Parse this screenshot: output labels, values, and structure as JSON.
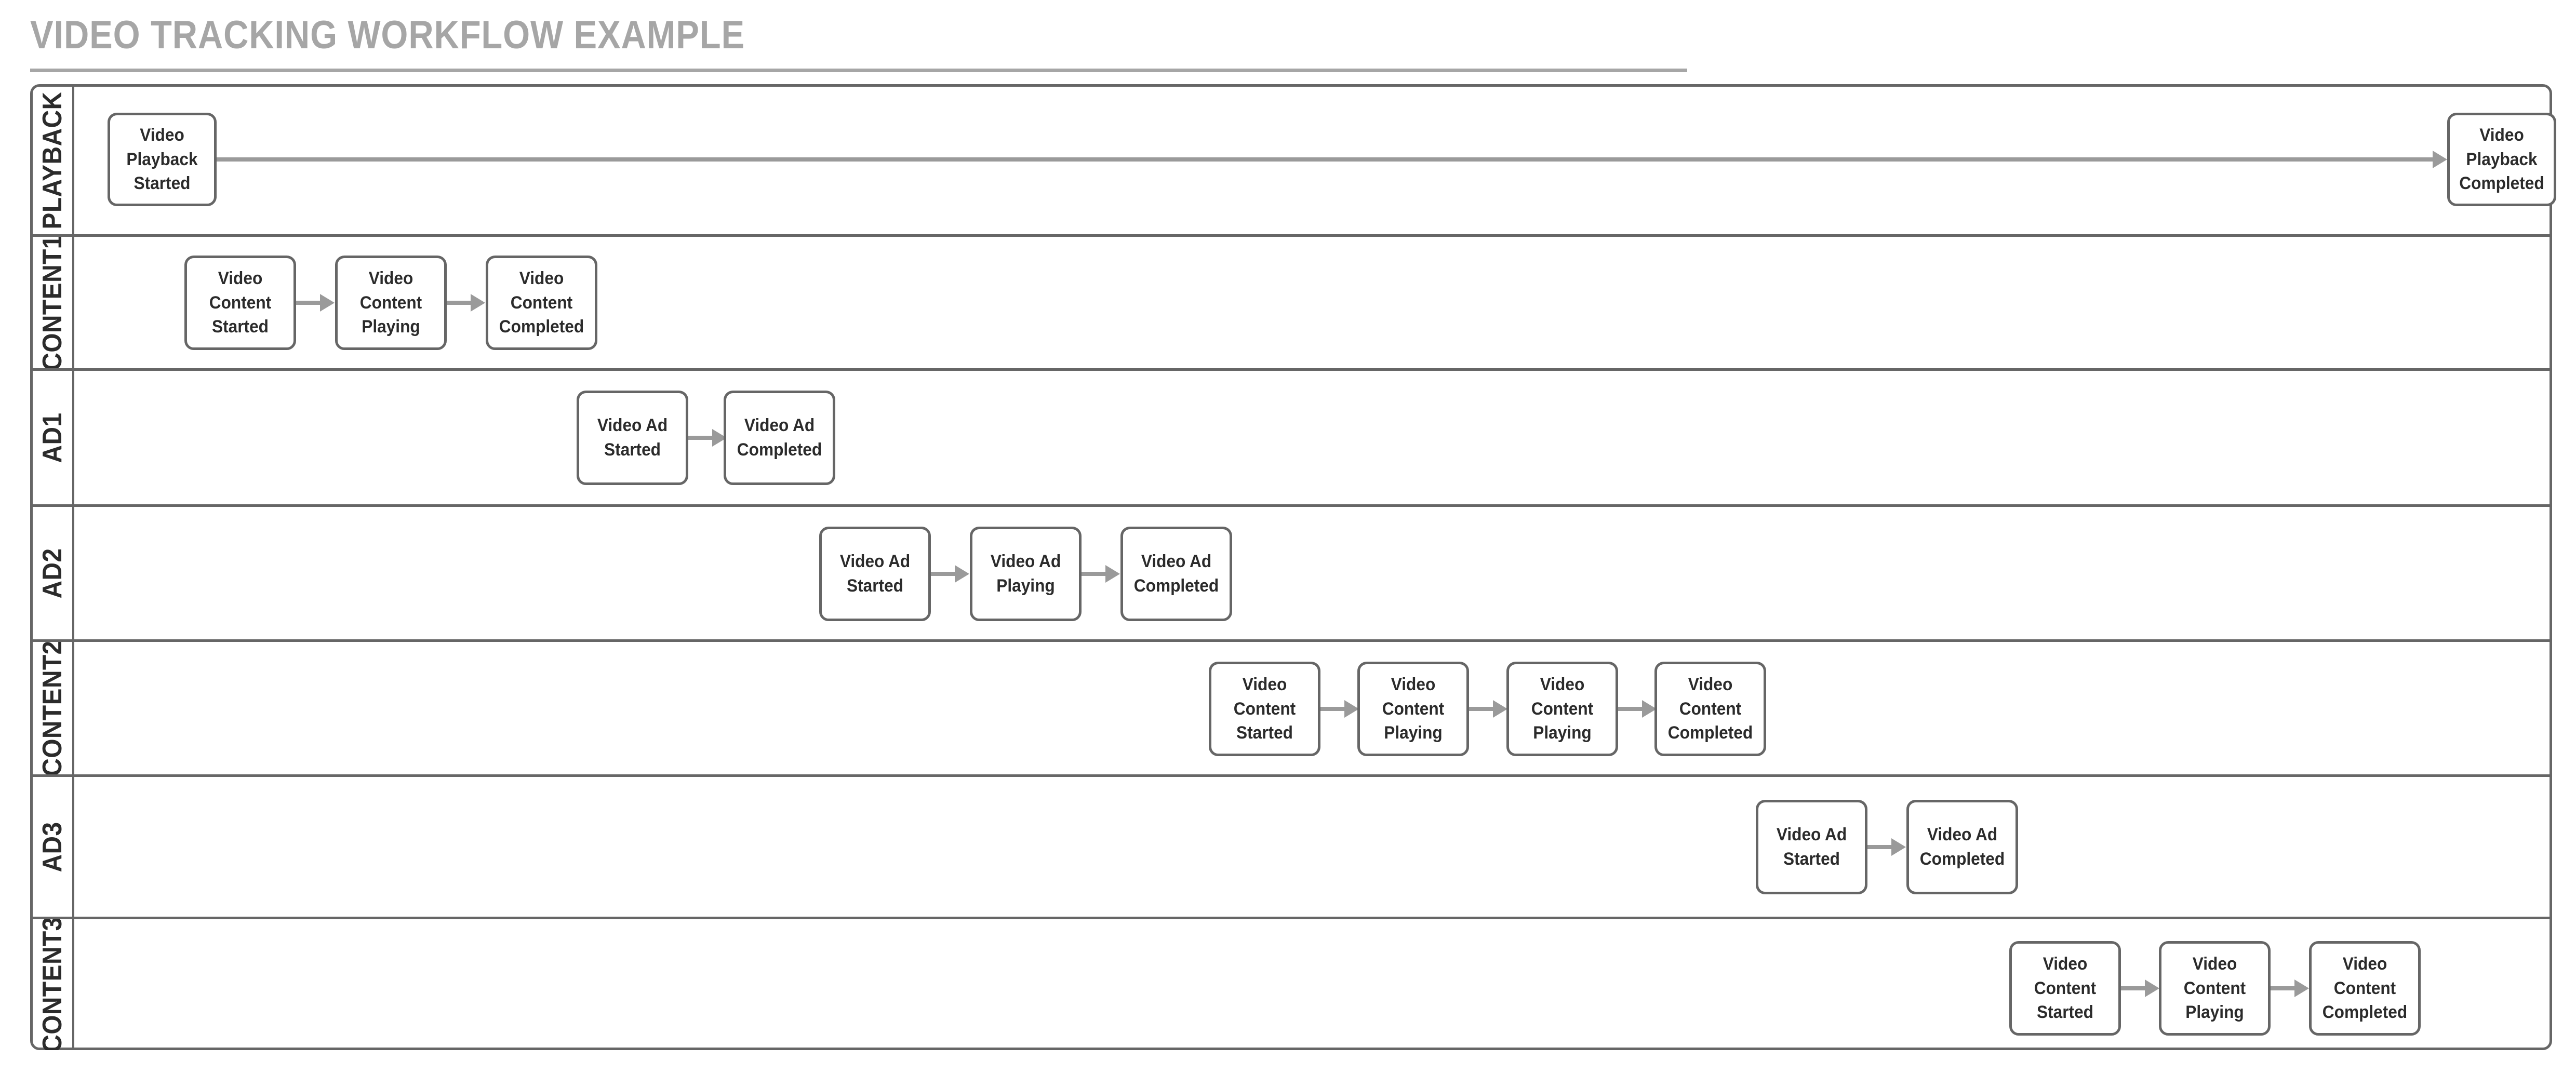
{
  "title": "VIDEO TRACKING WORKFLOW EXAMPLE",
  "colors": {
    "title_text": "#a6a6a6",
    "lane_border": "#666666",
    "node_border": "#666666",
    "node_text": "#2b2b2b",
    "connector": "#9a9a9a",
    "background": "#ffffff"
  },
  "lanes": [
    {
      "label": "PLAYBACK",
      "nodes": [
        {
          "label": "Video Playback Started"
        },
        {
          "label": "Video Playback Completed"
        }
      ]
    },
    {
      "label": "CONTENT1",
      "nodes": [
        {
          "label": "Video Content Started"
        },
        {
          "label": "Video Content Playing"
        },
        {
          "label": "Video Content Completed"
        }
      ]
    },
    {
      "label": "AD1",
      "nodes": [
        {
          "label": "Video Ad Started"
        },
        {
          "label": "Video Ad Completed"
        }
      ]
    },
    {
      "label": "AD2",
      "nodes": [
        {
          "label": "Video Ad Started"
        },
        {
          "label": "Video Ad Playing"
        },
        {
          "label": "Video Ad Completed"
        }
      ]
    },
    {
      "label": "CONTENT2",
      "nodes": [
        {
          "label": "Video Content Started"
        },
        {
          "label": "Video Content Playing"
        },
        {
          "label": "Video Content Playing"
        },
        {
          "label": "Video Content Completed"
        }
      ]
    },
    {
      "label": "AD3",
      "nodes": [
        {
          "label": "Video Ad Started"
        },
        {
          "label": "Video Ad Completed"
        }
      ]
    },
    {
      "label": "CONTENT3",
      "nodes": [
        {
          "label": "Video Content Started"
        },
        {
          "label": "Video Content Playing"
        },
        {
          "label": "Video Content Completed"
        }
      ]
    }
  ]
}
